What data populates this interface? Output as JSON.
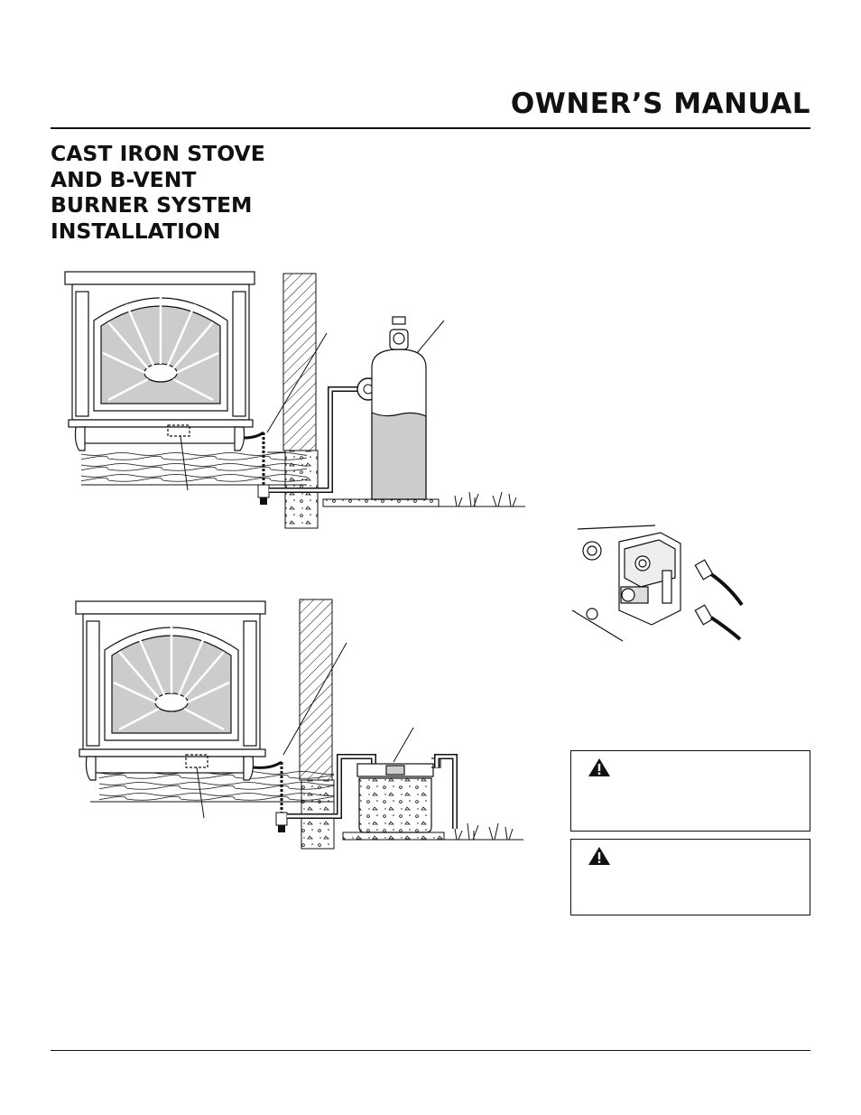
{
  "header": {
    "title": "OWNER’S MANUAL"
  },
  "section": {
    "title_lines": [
      "CAST IRON STOVE",
      "AND B-VENT",
      "BURNER SYSTEM",
      "INSTALLATION"
    ]
  },
  "figures": {
    "top": {
      "icon": "propane-tank-installation-illustration"
    },
    "bottom": {
      "icon": "natural-gas-meter-installation-illustration"
    },
    "connector": {
      "icon": "control-wire-connector-illustration"
    }
  },
  "warnings": [
    {
      "icon": "warning-triangle-icon"
    },
    {
      "icon": "warning-triangle-icon"
    }
  ]
}
